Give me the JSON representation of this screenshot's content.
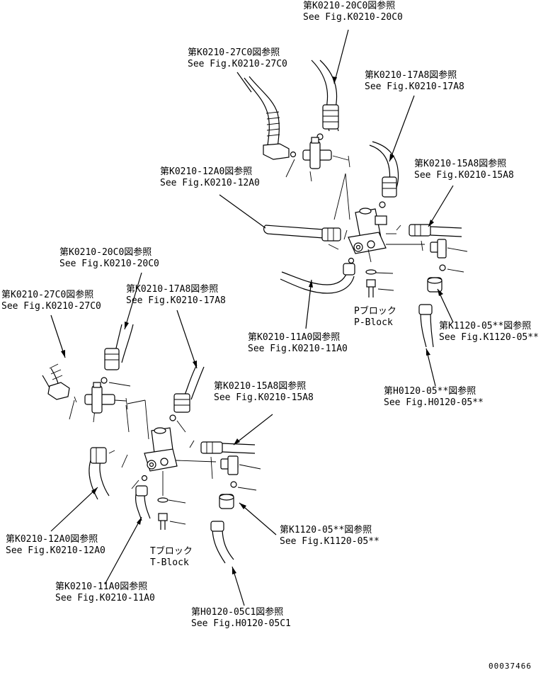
{
  "labels": {
    "c1_jp": "第K0210-20C0図参照",
    "c1_en": "See Fig.K0210-20C0",
    "c2_jp": "第K0210-27C0図参照",
    "c2_en": "See Fig.K0210-27C0",
    "c3_jp": "第K0210-17A8図参照",
    "c3_en": "See Fig.K0210-17A8",
    "c4_jp": "第K0210-15A8図参照",
    "c4_en": "See Fig.K0210-15A8",
    "c5_jp": "第K0210-12A0図参照",
    "c5_en": "See Fig.K0210-12A0",
    "c6_jp": "第K0210-11A0図参照",
    "c6_en": "See Fig.K0210-11A0",
    "c7_jp": "第K1120-05**図参照",
    "c7_en": "See Fig.K1120-05**",
    "c8_jp": "第H0120-05**図参照",
    "c8_en": "See Fig.H0120-05**",
    "pblock_jp": "Pブロック",
    "pblock_en": "P-Block",
    "d1_jp": "第K0210-20C0図参照",
    "d1_en": "See Fig.K0210-20C0",
    "d2_jp": "第K0210-27C0図参照",
    "d2_en": "See Fig.K0210-27C0",
    "d3_jp": "第K0210-17A8図参照",
    "d3_en": "See Fig.K0210-17A8",
    "d4_jp": "第K0210-15A8図参照",
    "d4_en": "See Fig.K0210-15A8",
    "d5_jp": "第K0210-12A0図参照",
    "d5_en": "See Fig.K0210-12A0",
    "d6_jp": "第K0210-11A0図参照",
    "d6_en": "See Fig.K0210-11A0",
    "d7_jp": "第K1120-05**図参照",
    "d7_en": "See Fig.K1120-05**",
    "d8_jp": "第H0120-05C1図参照",
    "d8_en": "See Fig.H0120-05C1",
    "tblock_jp": "Tブロック",
    "tblock_en": "T-Block",
    "drawing_no": "00037466"
  }
}
